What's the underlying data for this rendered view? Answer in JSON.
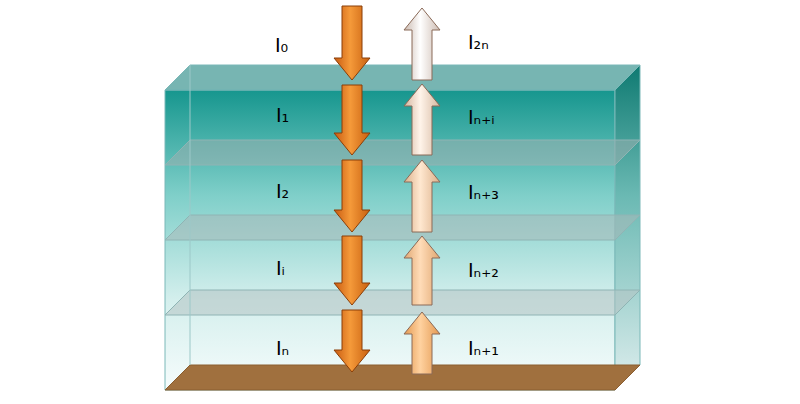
{
  "diagram": {
    "labels": [
      "I₀",
      "I₂ₙ",
      "I₁",
      "Iₙ₊ᵢ",
      "I₂",
      "Iₙ₊₃",
      "Iᵢ",
      "Iₙ₊₂",
      "Iₙ",
      "Iₙ₊₁"
    ]
  }
}
